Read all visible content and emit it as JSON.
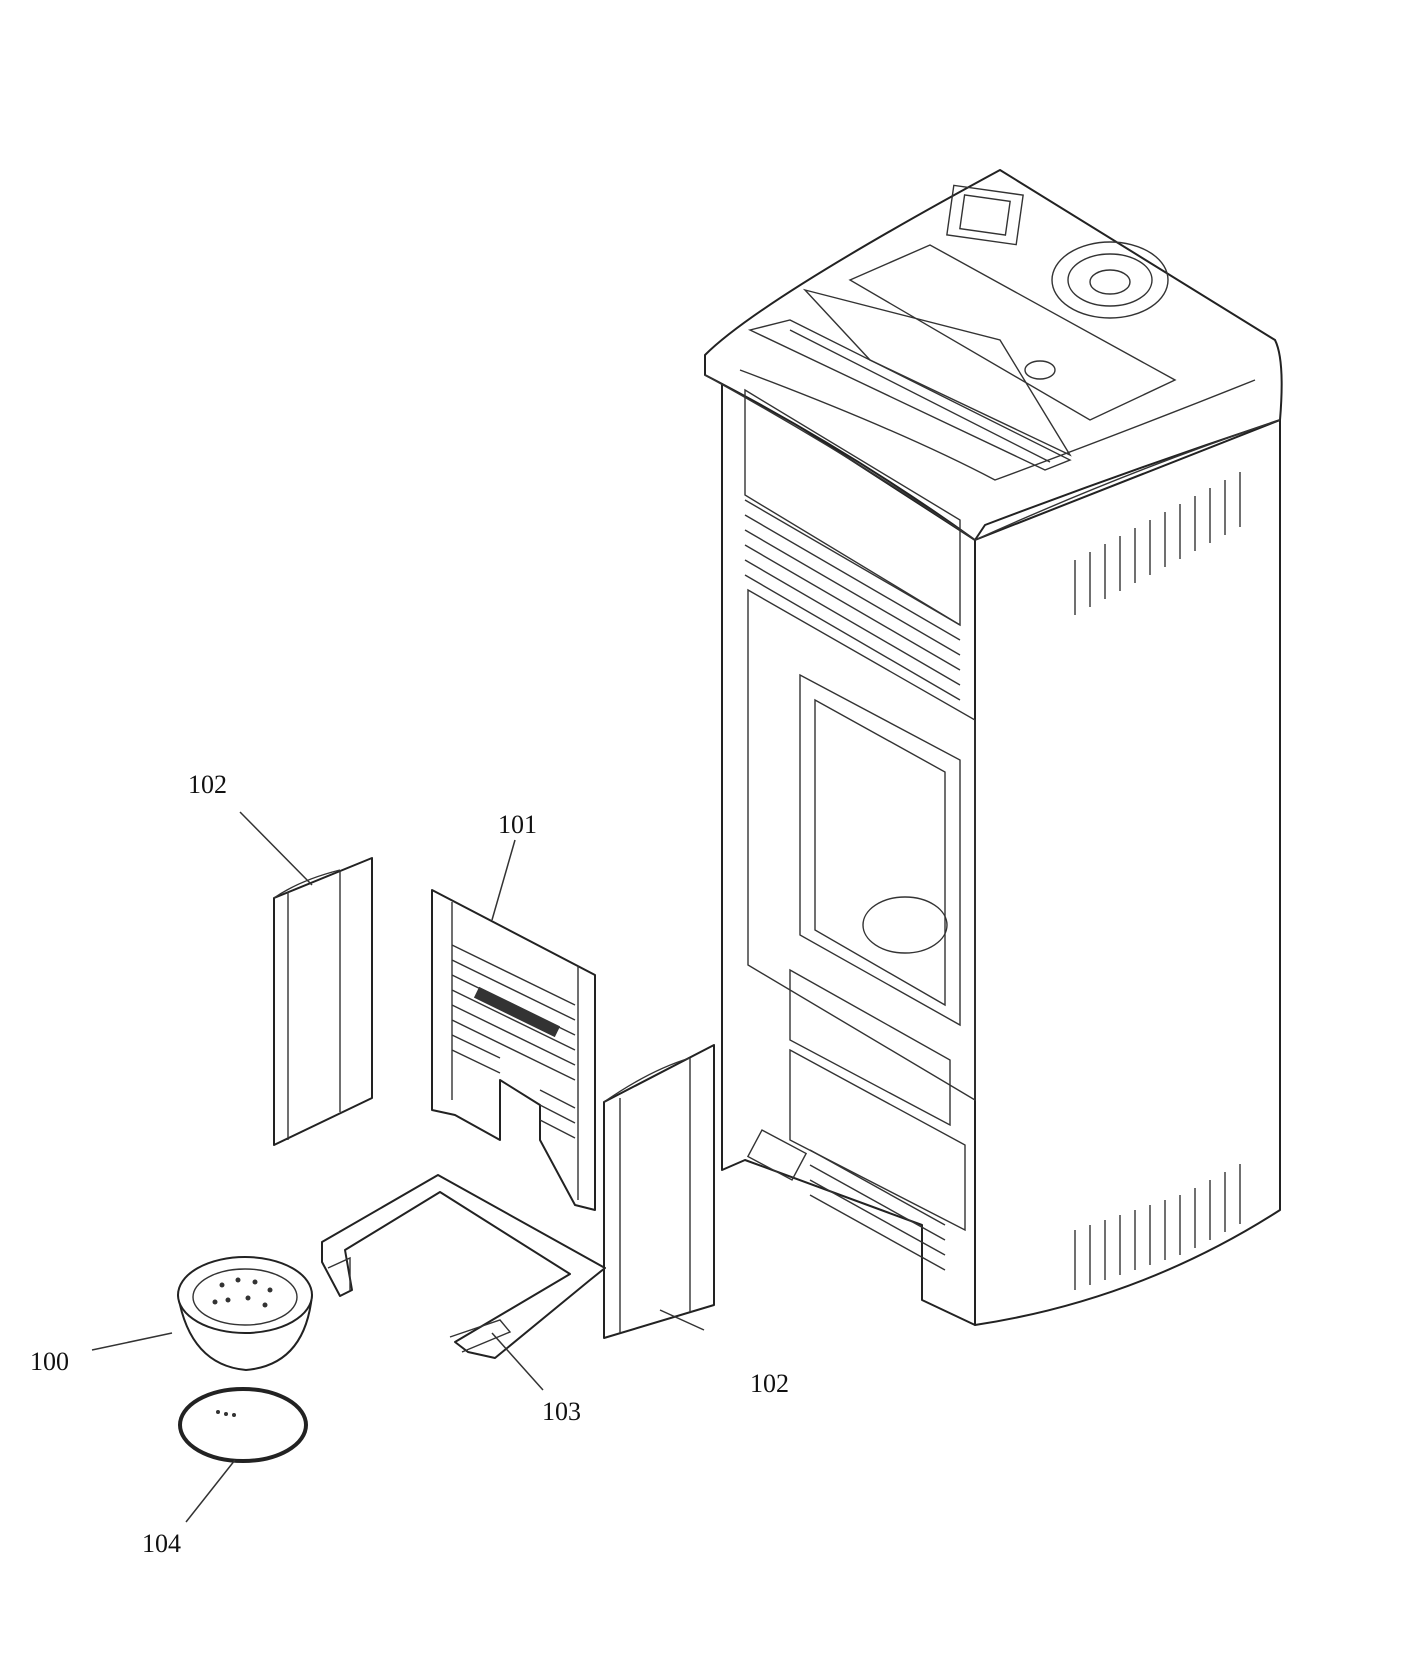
{
  "callouts": {
    "c100": "100",
    "c101": "101",
    "c102_left": "102",
    "c102_right": "102",
    "c103": "103",
    "c104": "104"
  },
  "colors": {
    "line": "#222222",
    "background": "#ffffff"
  }
}
